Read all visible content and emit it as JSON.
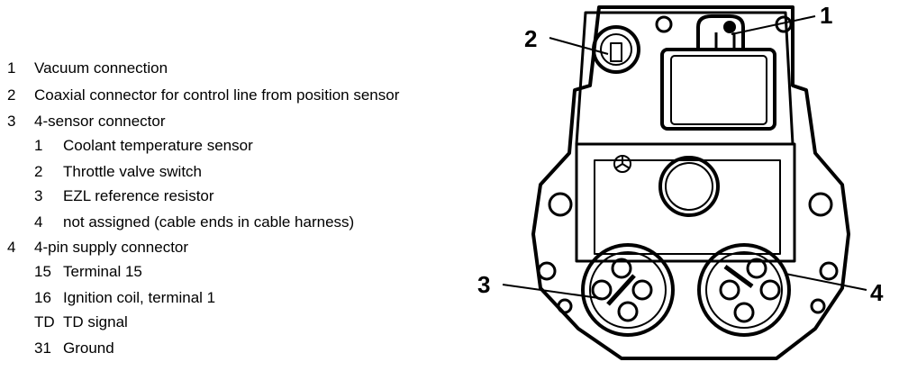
{
  "legend": {
    "items": [
      {
        "num": "1",
        "text": "Vacuum connection"
      },
      {
        "num": "2",
        "text": "Coaxial connector for control line from position sensor"
      },
      {
        "num": "3",
        "text": "4-sensor connector"
      },
      {
        "num": "1",
        "text": "Coolant temperature sensor"
      },
      {
        "num": "2",
        "text": "Throttle valve switch"
      },
      {
        "num": "3",
        "text": "EZL reference resistor"
      },
      {
        "num": "4",
        "text": "not assigned (cable ends in cable harness)"
      },
      {
        "num": "4",
        "text": "4-pin supply connector"
      },
      {
        "num": "15",
        "text": "Terminal 15"
      },
      {
        "num": "16",
        "text": "Ignition coil, terminal 1"
      },
      {
        "num": "TD",
        "text": "TD signal"
      },
      {
        "num": "31",
        "text": "Ground"
      }
    ]
  },
  "callouts": {
    "c1": "1",
    "c2": "2",
    "c3": "3",
    "c4": "4"
  }
}
